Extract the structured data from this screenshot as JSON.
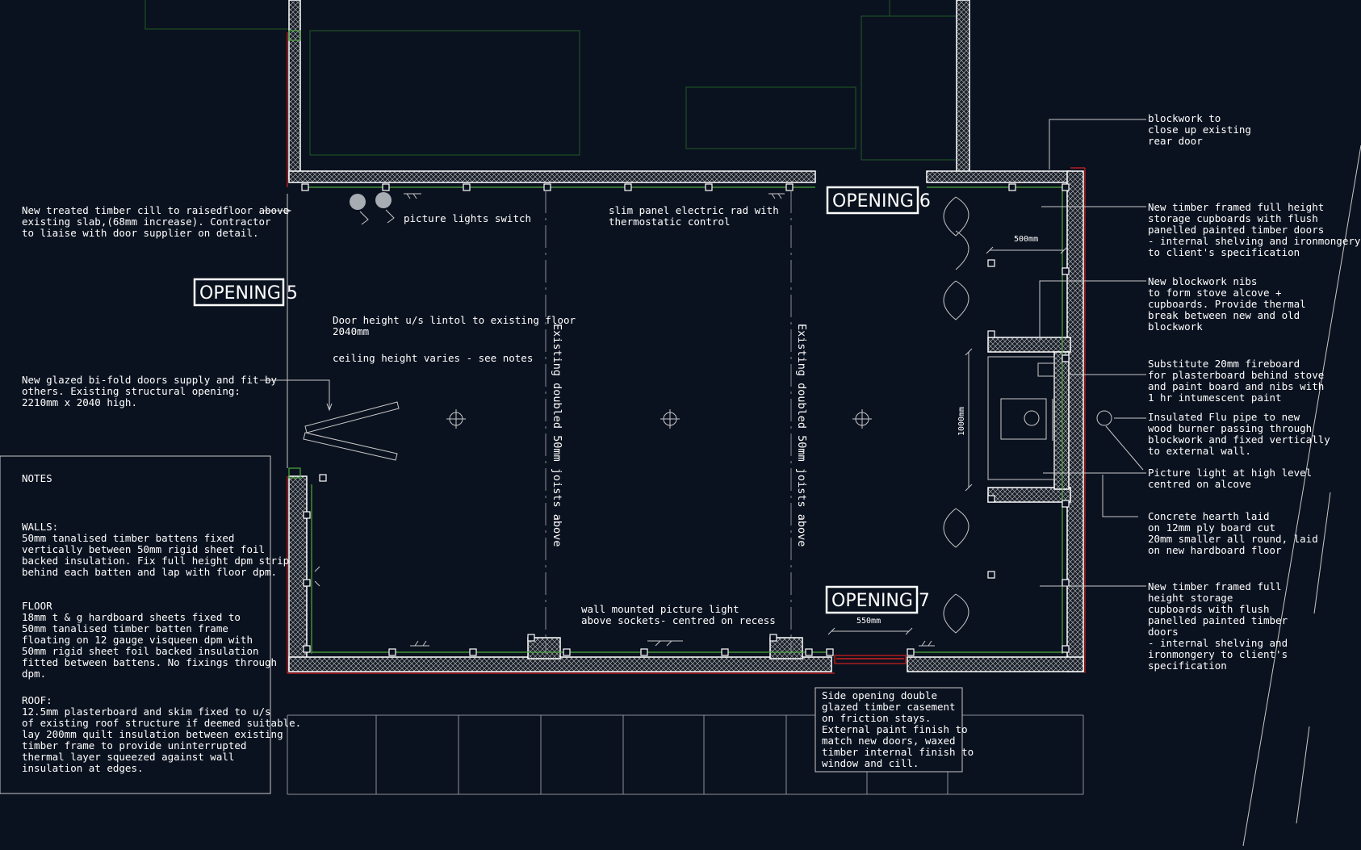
{
  "openings": {
    "opening5": "OPENING 5",
    "opening6": "OPENING 6",
    "opening7": "OPENING 7"
  },
  "annotations": {
    "cill": [
      "New treated timber cill to raisedfloor above",
      "existing slab,(68mm increase). Contractor",
      "to liaise with door supplier on detail."
    ],
    "bifold": [
      "New glazed bi-fold doors supply and fit by",
      "others. Existing structural opening:",
      "2210mm x 2040 high."
    ],
    "picture_lights_switch": "picture lights switch",
    "electric_rad": [
      "slim panel electric rad with",
      "thermostatic control"
    ],
    "door_height": [
      "Door height u/s lintol to existing floor",
      "2040mm"
    ],
    "ceiling_height": "ceiling height varies - see notes",
    "joists_left": "Existing doubled 50mm joists above",
    "joists_right": "Existing doubled 50mm joists above",
    "wall_picture_light": [
      "wall mounted picture light",
      "above sockets- centred on recess"
    ],
    "side_opening": [
      "Side opening double",
      "glazed timber casement",
      "on friction stays.",
      "External paint finish to",
      "match new doors, waxed",
      "timber internal finish to",
      "window and cill."
    ]
  },
  "dimensions": {
    "d500": "500mm",
    "d1000": "1000mm",
    "d550": "550mm"
  },
  "right_notes": {
    "blockwork_close": [
      "blockwork to",
      "close up existing",
      "rear door"
    ],
    "storage_top": [
      "New timber framed full height",
      "storage cupboards  with flush",
      "panelled painted timber doors",
      "- internal shelving and ironmongery",
      "to client's specification"
    ],
    "nibs": [
      "New blockwork nibs",
      "to form stove alcove +",
      "cupboards. Provide thermal",
      "break between new and old",
      "blockwork"
    ],
    "fireboard": [
      "Substitute 20mm fireboard",
      "for plasterboard behind stove",
      "and paint board and nibs with",
      "1 hr intumescent paint"
    ],
    "flue": [
      "Insulated Flu pipe to new",
      "wood burner passing through",
      "blockwork and fixed vertically",
      "to external wall."
    ],
    "picture_light_alcove": [
      "Picture light at high level",
      "centred on alcove"
    ],
    "hearth": [
      "Concrete hearth laid",
      "on 12mm ply board cut",
      "20mm smaller all round, laid",
      "on new hardboard floor"
    ],
    "storage_bottom": [
      "New timber framed full",
      "height storage",
      "cupboards  with flush",
      "panelled painted timber",
      "doors",
      "- internal shelving and",
      "ironmongery to client's",
      "specification"
    ]
  },
  "notes": {
    "heading": "NOTES",
    "walls_title": "WALLS:",
    "walls": [
      "50mm tanalised timber battens fixed",
      "vertically between 50mm rigid sheet foil",
      "backed insulation. Fix full height dpm strip",
      "behind each batten and lap with floor dpm."
    ],
    "floor_title": "FLOOR",
    "floor": [
      "18mm t & g hardboard sheets fixed to",
      "50mm tanalised timber batten frame",
      "floating on 12 gauge visqueen dpm with",
      "50mm rigid sheet foil backed insulation",
      "fitted between battens. No fixings through",
      "dpm."
    ],
    "roof_title": "ROOF:",
    "roof": [
      "12.5mm plasterboard and skim fixed to u/s",
      "of existing roof structure if deemed suitable.",
      "lay 200mm quilt insulation between existing",
      "timber frame to provide uninterrupted",
      "thermal layer squeezed against wall",
      "insulation at edges."
    ]
  },
  "colors": {
    "background": "#0b121f",
    "line": "#ffffff",
    "insulation": "#4caa3c",
    "red": "#d12020",
    "dark_green": "#1f5a26"
  }
}
